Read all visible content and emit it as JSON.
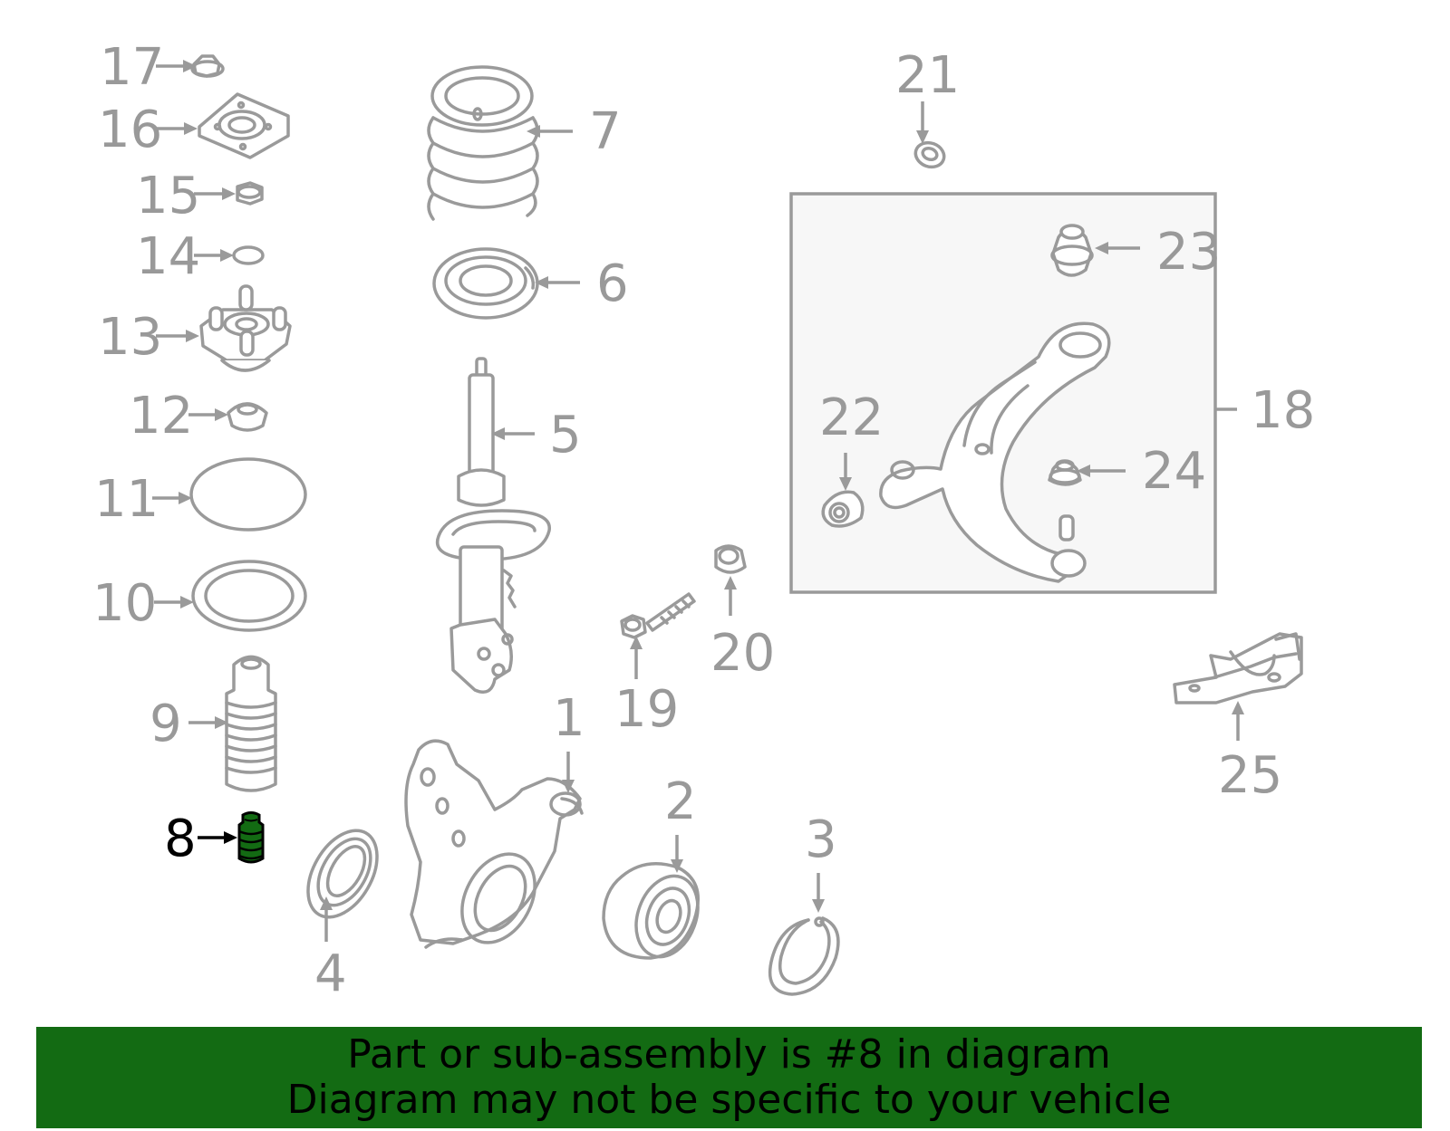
{
  "labels": {
    "p1": "1",
    "p2": "2",
    "p3": "3",
    "p4": "4",
    "p5": "5",
    "p6": "6",
    "p7": "7",
    "p8": "8",
    "p9": "9",
    "p10": "10",
    "p11": "11",
    "p12": "12",
    "p13": "13",
    "p14": "14",
    "p15": "15",
    "p16": "16",
    "p17": "17",
    "p18": "18",
    "p19": "19",
    "p20": "20",
    "p21": "21",
    "p22": "22",
    "p23": "23",
    "p24": "24",
    "p25": "25"
  },
  "highlight": {
    "part": "8",
    "color": "#136b13"
  },
  "banner": {
    "line1": "Part or sub-assembly is #8 in diagram",
    "line2": "Diagram may not be specific to your vehicle",
    "background": "#136b13"
  },
  "colors": {
    "parts": "#9a9a9a",
    "highlight_part": "#136b13",
    "box_fill": "#f7f7f7"
  }
}
